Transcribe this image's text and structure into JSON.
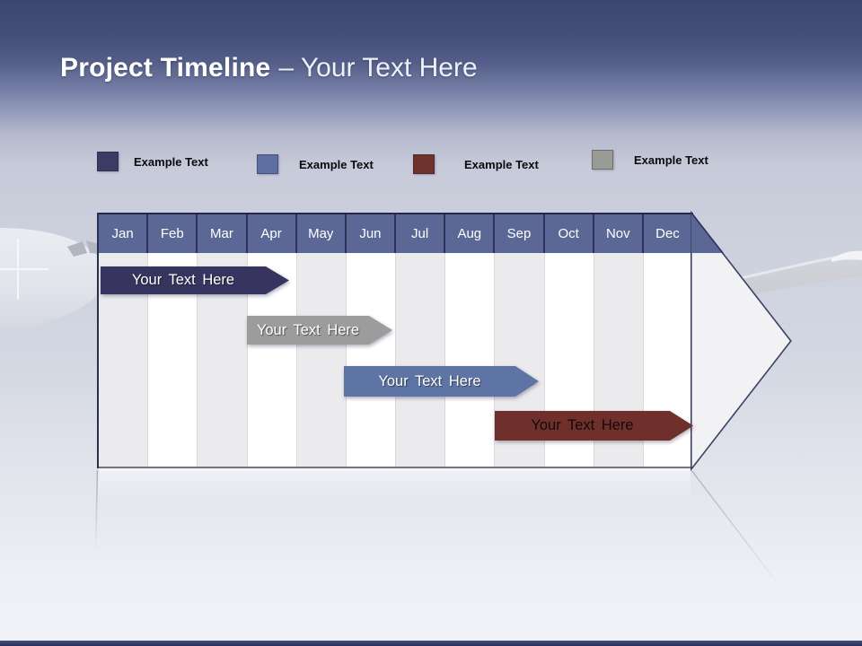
{
  "slide": {
    "title": {
      "bold": "Project Timeline",
      "rest": "– Your Text Here"
    }
  },
  "legend": {
    "items": [
      {
        "label": "Example Text",
        "color": "#3b3b66"
      },
      {
        "label": "Example Text",
        "color": "#5d6fa0"
      },
      {
        "label": "Example Text",
        "color": "#6f332e"
      },
      {
        "label": "Example Text",
        "color": "#9b9b95"
      }
    ]
  },
  "timeline": {
    "months": [
      "Jan",
      "Feb",
      "Mar",
      "Apr",
      "May",
      "Jun",
      "Jul",
      "Aug",
      "Sep",
      "Oct",
      "Nov",
      "Dec"
    ],
    "bars": [
      {
        "label": "Your  Text Here",
        "color": "#37355f",
        "text_color": "#ffffff",
        "start_month": "Jan",
        "end_month": "Apr"
      },
      {
        "label": "Your  Text Here",
        "color": "#9c9c9c",
        "text_color": "#ffffff",
        "start_month": "Apr",
        "end_month": "Jun"
      },
      {
        "label": "Your  Text Here",
        "color": "#5e74a4",
        "text_color": "#ffffff",
        "start_month": "Jun",
        "end_month": "Sep"
      },
      {
        "label": "Your  Text Here",
        "color": "#6f2f2a",
        "text_color": "#120a09",
        "start_month": "Sep",
        "end_month": "Dec"
      }
    ]
  },
  "colors": {
    "header_band": "#5b6896",
    "header_separator": "#2d3259",
    "grid_alt_column": "#ebebee",
    "grid_line": "#d9d9dd",
    "table_border": "#2a2e51",
    "arrow_panel": "#f2f2f4",
    "title_gradient_top": "#3b456f",
    "background_bottom": "#f1f2f6",
    "bottom_accent": "#2f3968"
  },
  "chart_data": {
    "type": "timeline",
    "title": "Project Timeline – Your Text Here",
    "categories": [
      "Jan",
      "Feb",
      "Mar",
      "Apr",
      "May",
      "Jun",
      "Jul",
      "Aug",
      "Sep",
      "Oct",
      "Nov",
      "Dec"
    ],
    "series": [
      {
        "name": "Your Text Here",
        "start": "Jan",
        "end": "Apr",
        "color": "#37355f"
      },
      {
        "name": "Your Text Here",
        "start": "Apr",
        "end": "Jun",
        "color": "#9c9c9c"
      },
      {
        "name": "Your Text Here",
        "start": "Jun",
        "end": "Sep",
        "color": "#5e74a4"
      },
      {
        "name": "Your Text Here",
        "start": "Sep",
        "end": "Dec",
        "color": "#6f2f2a"
      }
    ],
    "legend_entries": [
      "Example Text",
      "Example Text",
      "Example Text",
      "Example Text"
    ],
    "legend_position": "top",
    "grid": "monthly alternating columns",
    "xlabel": "",
    "ylabel": ""
  }
}
